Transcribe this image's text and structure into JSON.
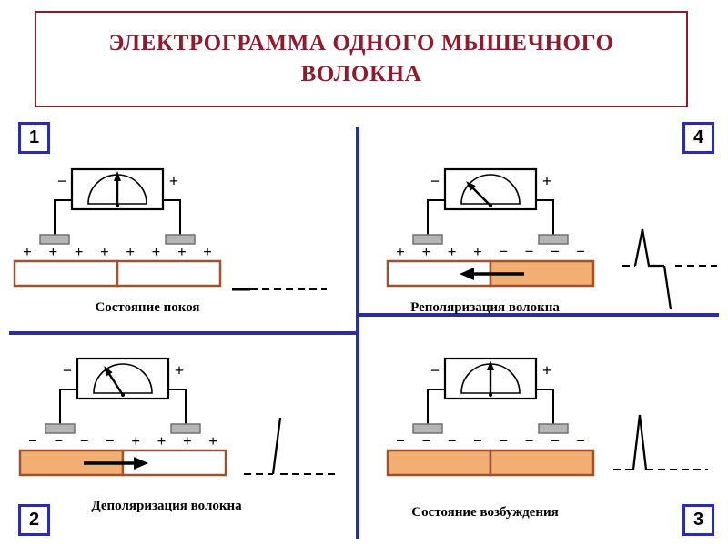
{
  "title": {
    "lines": [
      "ЭЛЕКТРОГРАММА ОДНОГО МЫШЕЧНОГО",
      "ВОЛОКНА"
    ]
  },
  "colors": {
    "title_red": "#8e1b2e",
    "divider_blue": "#2d2d9f",
    "fiber_border": "#a0522d",
    "fiber_orange": "#f2ae73",
    "fiber_white": "#ffffff",
    "electrode_gray": "#b5b5b5",
    "ink": "#000000"
  },
  "meter": {
    "minus_label": "−",
    "plus_label": "+"
  },
  "quadrants": [
    {
      "badge": "1",
      "caption": "Состояние покоя",
      "charges": [
        "+",
        "+",
        "+",
        "+",
        "+",
        "+",
        "+",
        "+"
      ],
      "fiber_fill": [
        "white",
        "white"
      ],
      "needle_angle": 0,
      "arrow": "none",
      "trace": {
        "segments": [
          {
            "dashed": false,
            "width": 3,
            "points": [
              [
                2,
                60
              ],
              [
                22,
                60
              ]
            ]
          },
          {
            "dashed": true,
            "points": [
              [
                22,
                60
              ],
              [
                106,
                60
              ]
            ]
          }
        ]
      }
    },
    {
      "badge": "2",
      "caption": "Деполяризация волокна",
      "charges": [
        "−",
        "−",
        "−",
        "−",
        "+",
        "+",
        "+",
        "+"
      ],
      "fiber_fill": [
        "orange",
        "white"
      ],
      "needle_angle": -33,
      "arrow": "right",
      "trace": {
        "segments": [
          {
            "dashed": true,
            "points": [
              [
                2,
                78
              ],
              [
                34,
                78
              ]
            ]
          },
          {
            "dashed": false,
            "points": [
              [
                34,
                78
              ],
              [
                42,
                16
              ]
            ]
          },
          {
            "dashed": true,
            "points": [
              [
                42,
                78
              ],
              [
                106,
                78
              ]
            ]
          }
        ]
      }
    },
    {
      "badge": "3",
      "caption": "Состояние возбуждения",
      "charges": [
        "−",
        "−",
        "−",
        "−",
        "−",
        "−",
        "−",
        "−"
      ],
      "fiber_fill": [
        "orange",
        "orange"
      ],
      "needle_angle": 0,
      "arrow": "none",
      "trace": {
        "segments": [
          {
            "dashed": true,
            "points": [
              [
                2,
                70
              ],
              [
                24,
                70
              ]
            ]
          },
          {
            "dashed": false,
            "points": [
              [
                24,
                70
              ],
              [
                31,
                10
              ],
              [
                38,
                70
              ]
            ]
          },
          {
            "dashed": true,
            "points": [
              [
                38,
                70
              ],
              [
                106,
                70
              ]
            ]
          }
        ]
      }
    },
    {
      "badge": "4",
      "caption": "Реполяризация волокна",
      "charges": [
        "+",
        "+",
        "+",
        "+",
        "−",
        "−",
        "−",
        "−"
      ],
      "fiber_fill": [
        "white",
        "orange"
      ],
      "needle_angle": -45,
      "arrow": "left",
      "trace": {
        "segments": [
          {
            "dashed": true,
            "points": [
              [
                2,
                46
              ],
              [
                16,
                46
              ]
            ]
          },
          {
            "dashed": false,
            "points": [
              [
                16,
                46
              ],
              [
                24,
                6
              ],
              [
                31,
                46
              ],
              [
                48,
                46
              ]
            ]
          },
          {
            "dashed": false,
            "points": [
              [
                48,
                46
              ],
              [
                55,
                94
              ]
            ]
          },
          {
            "dashed": true,
            "points": [
              [
                60,
                46
              ],
              [
                106,
                46
              ]
            ]
          }
        ]
      }
    }
  ]
}
